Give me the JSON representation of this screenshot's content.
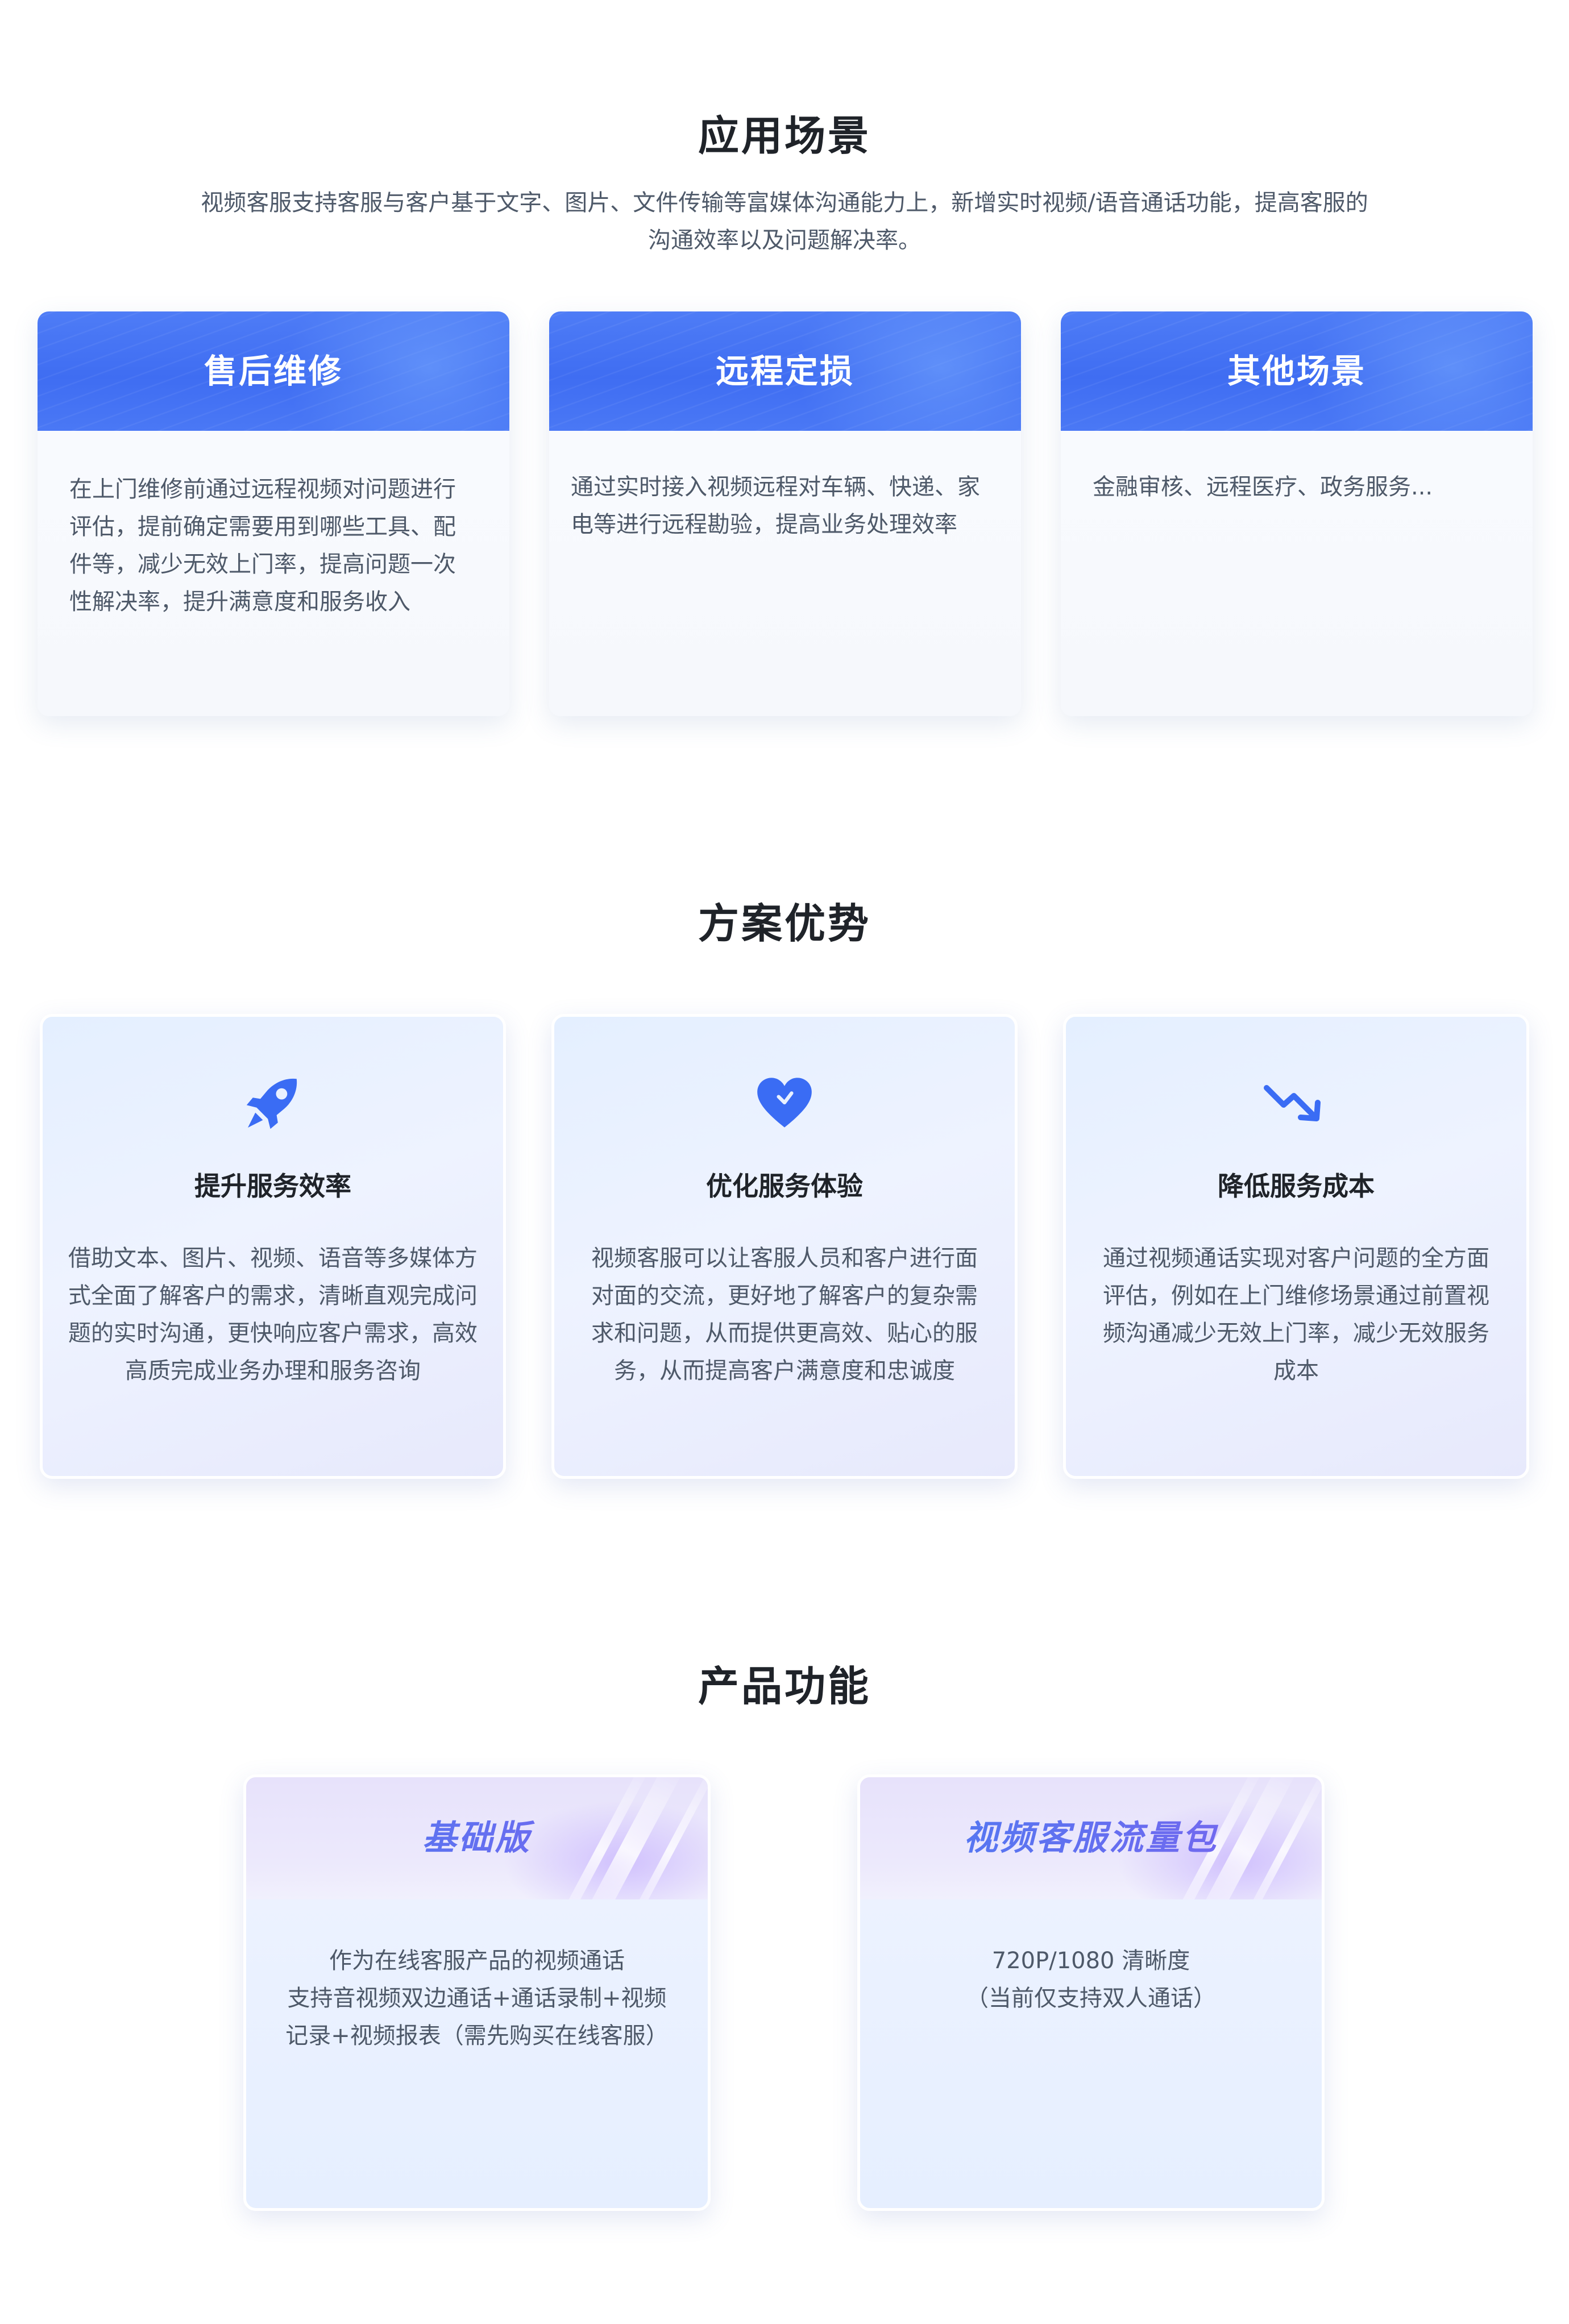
{
  "scenarios": {
    "title": "应用场景",
    "description_lines": [
      "视频客服支持客服与客户基于文字、图片、文件传输等富媒体沟通能力上，新增实时视频/语音通话功能，提高客服的",
      "沟通效率以及问题解决率。"
    ],
    "cards": [
      {
        "title": "售后维修",
        "lines": [
          "在上门维修前通过远程视频对问题进行",
          "评估，提前确定需要用到哪些工具、配",
          "件等，减少无效上门率，提高问题一次",
          "性解决率，提升满意度和服务收入"
        ]
      },
      {
        "title": "远程定损",
        "lines": [
          "通过实时接入视频远程对车辆、快递、家",
          "电等进行远程勘验，提高业务处理效率"
        ]
      },
      {
        "title": "其他场景",
        "lines": [
          "金融审核、远程医疗、政务服务..."
        ]
      }
    ]
  },
  "advantages": {
    "title": "方案优势",
    "cards": [
      {
        "icon": "rocket-icon",
        "title": "提升服务效率",
        "lines": [
          "借助文本、图片、视频、语音等多媒体方",
          "式全面了解客户的需求，清晰直观完成问",
          "题的实时沟通，更快响应客户需求，高效",
          "高质完成业务办理和服务咨询"
        ]
      },
      {
        "icon": "heart-icon",
        "title": "优化服务体验",
        "lines": [
          "视频客服可以让客服人员和客户进行面",
          "对面的交流，更好地了解客户的复杂需",
          "求和问题，从而提供更高效、贴心的服",
          "务，从而提高客户满意度和忠诚度"
        ]
      },
      {
        "icon": "trend-down-icon",
        "title": "降低服务成本",
        "lines": [
          "通过视频通话实现对客户问题的全方面",
          "评估，例如在上门维修场景通过前置视",
          "频沟通减少无效上门率，减少无效服务",
          "成本"
        ]
      }
    ]
  },
  "products": {
    "title": "产品功能",
    "cards": [
      {
        "title": "基础版",
        "lines": [
          "作为在线客服产品的视频通话",
          "支持音视频双边通话+通话录制+视频",
          "记录+视频报表（需先购买在线客服）"
        ]
      },
      {
        "title": "视频客服流量包",
        "lines": [
          "720P/1080 清晰度",
          "（当前仅支持双人通话）"
        ]
      }
    ]
  },
  "colors": {
    "primary": "#3f6df2",
    "title_text": "#1f2329",
    "body_text": "#4e5969"
  }
}
